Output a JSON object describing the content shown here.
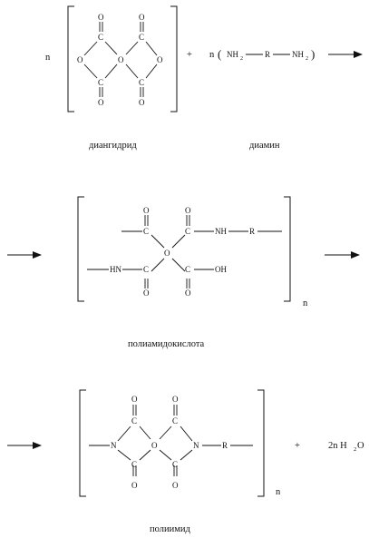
{
  "labels": {
    "n": "n",
    "O": "O",
    "C": "C",
    "N": "N",
    "R": "R",
    "NH": "NH",
    "HN": "HN",
    "OH": "OH",
    "NH2": "NH",
    "sub2": "2",
    "plus": "+",
    "paren_open": "(",
    "paren_close": ")",
    "water_prefix": "2n H",
    "water_O": "O"
  },
  "captions": {
    "dianhydride": "диангидрид",
    "diamine": "диамин",
    "polyamic_acid": "полиамидокислота",
    "polyimide": "полиимид"
  }
}
